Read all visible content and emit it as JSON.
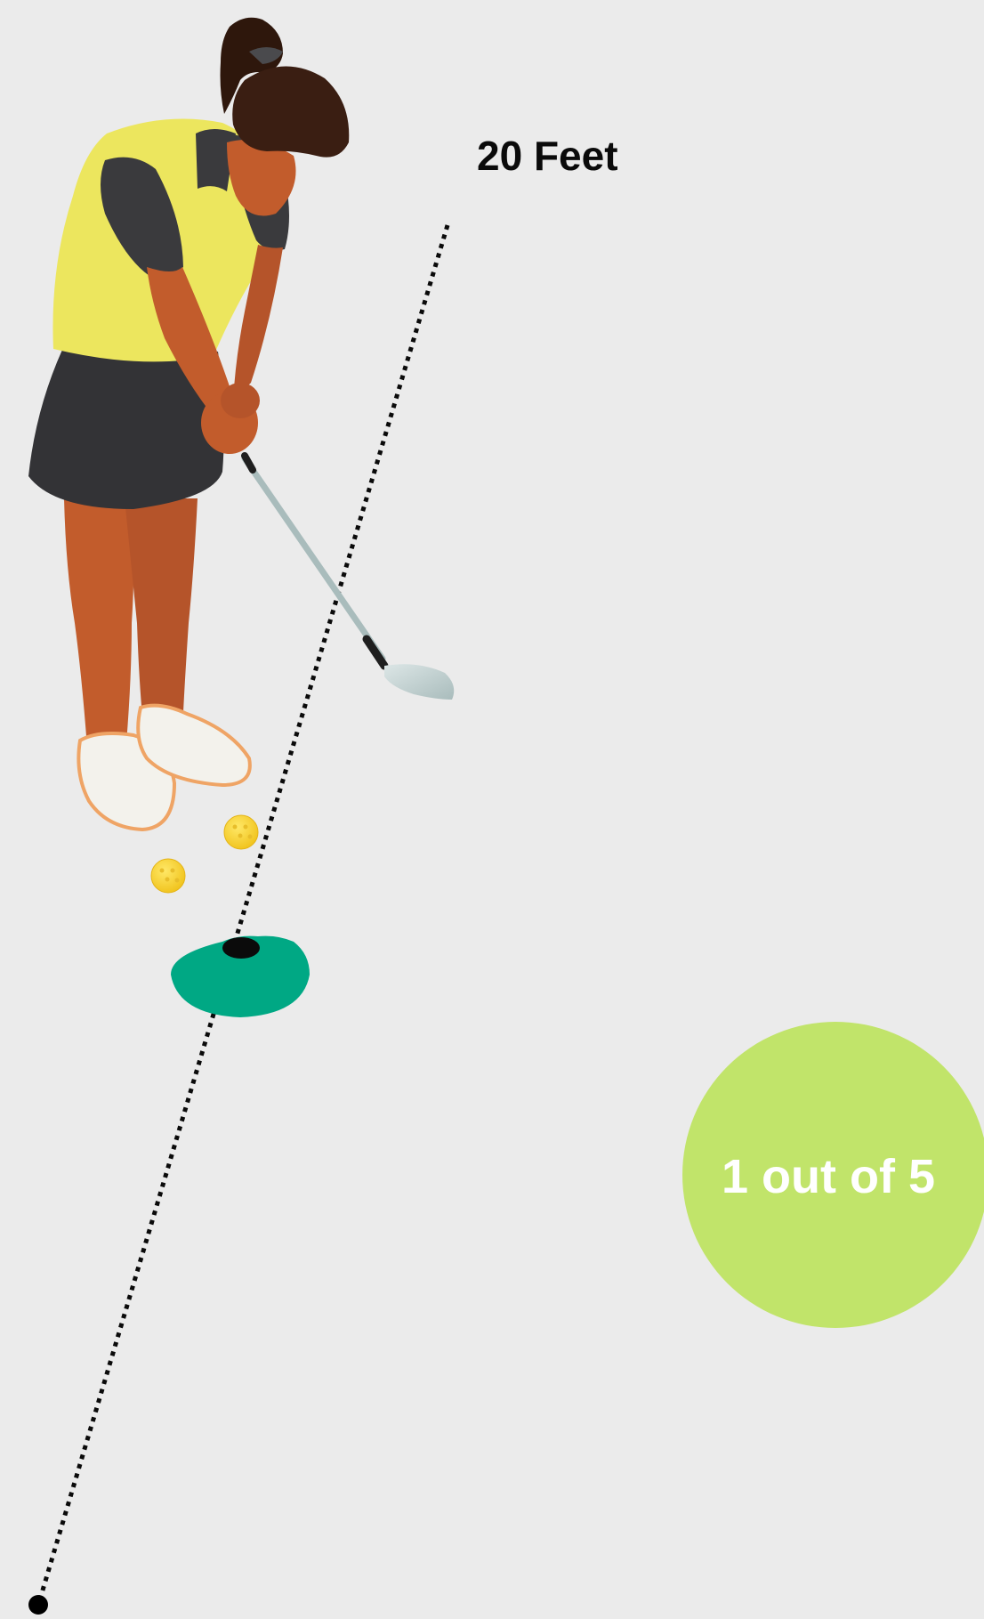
{
  "distance_label": "20 Feet",
  "score": {
    "text": "1 out of 5",
    "made": 1,
    "total": 5
  },
  "colors": {
    "background": "#ebebeb",
    "score_circle": "#c1e46a",
    "cone": "#00a884",
    "ball": "#f5cf1f",
    "shirt": "#ece65e",
    "skirt": "#333336",
    "skin": "#c25c2c",
    "hair": "#3a1e12"
  },
  "icons": {
    "player": "golfer-putting-icon",
    "cone": "target-cone-icon",
    "ball": "golf-ball-icon",
    "start_marker": "start-point-icon"
  }
}
